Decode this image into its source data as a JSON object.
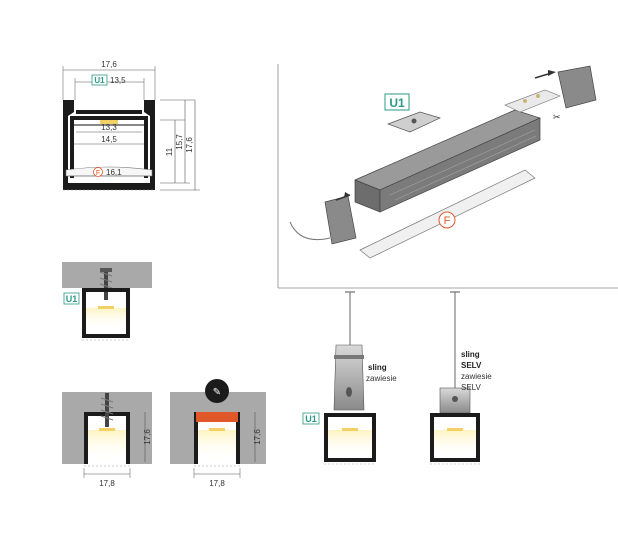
{
  "top_profile": {
    "width_outer": "17,6",
    "badge": "U1",
    "width_top": "13,5",
    "width_inner": "13,3",
    "width_mid": "14,5",
    "cover_badge": "F",
    "width_cover": "16,1",
    "height_inner": "11",
    "height_mid": "15,7",
    "height_outer": "17,6"
  },
  "perspective": {
    "mount_badge": "U1",
    "cover_badge": "F"
  },
  "mounting": {
    "screw_badge": "U1",
    "recess_width": "17,8",
    "recess_height": "17,6",
    "recess2_width": "17,8",
    "recess2_height": "17,6"
  },
  "suspension": {
    "badge": "U1",
    "sling_label_1": "sling",
    "zawiesie_label_1": "zawiesie",
    "sling_label_2": "sling",
    "selv_label": "SELV",
    "zawiesie_label_2": "zawiesie",
    "selv_label_2": "SELV"
  },
  "colors": {
    "badge": "#2a9a86",
    "cover_badge": "#e0572a",
    "profile": "#1b1b1b",
    "led": "#f2e5a8",
    "wall": "#a9a9a9"
  }
}
